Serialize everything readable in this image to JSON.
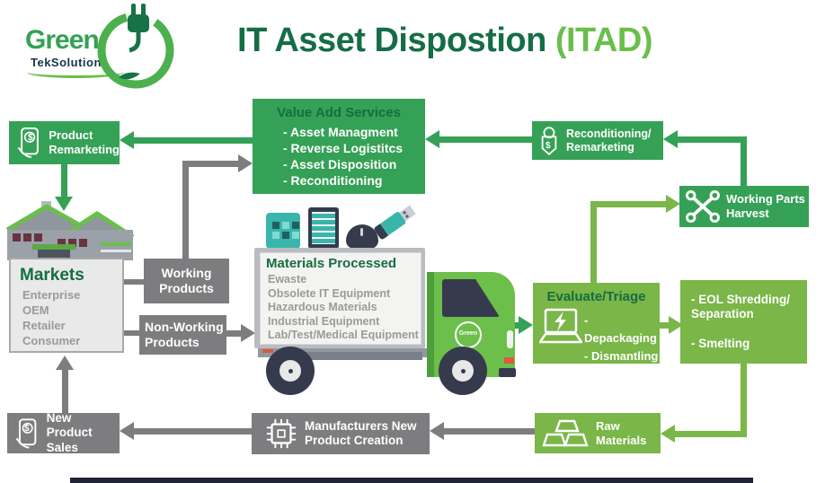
{
  "logo": {
    "brand": "Green",
    "sub": "TekSolutions"
  },
  "title": {
    "main": "IT Asset Dispostion",
    "suffix": "(ITAD)"
  },
  "colors": {
    "green": "#35a156",
    "light": "#7ab648",
    "gray": "#7d7d7f",
    "dark_green": "#156d41",
    "title_green": "#156d45",
    "itad": "#6abf4b",
    "teal": "#3ab5ac",
    "navy": "#353b4c",
    "orange": "#e0593a",
    "truck": "#6cbf4a",
    "panel": "#e9e9e9",
    "panel_text": "#9a9a9a"
  },
  "glyphs": {
    "dollar": "$"
  },
  "boxes": {
    "product_remarketing": {
      "line1": "Product",
      "line2": "Remarketing"
    },
    "value_add_services": {
      "heading": "Value Add Services",
      "items": [
        "- Asset Managment",
        "- Reverse Logistitcs",
        "- Asset Disposition",
        "- Reconditioning"
      ]
    },
    "reconditioning_remarketing": {
      "line1": "Reconditioning/",
      "line2": "Remarketing"
    },
    "working_parts_harvest": {
      "line1": "Working Parts",
      "line2": "Harvest"
    },
    "markets": {
      "heading": "Markets",
      "items": [
        "Enterprise",
        "OEM",
        "Retailer",
        "Consumer"
      ]
    },
    "working_products": {
      "line1": "Working",
      "line2": "Products"
    },
    "non_working_products": {
      "line1": "Non-Working",
      "line2": "Products"
    },
    "materials_processed": {
      "heading": "Materials Processed",
      "items": [
        "Ewaste",
        "Obsolete IT Equipment",
        "Hazardous Materials",
        "Industrial Equipment",
        "Lab/Test/Medical Equipment"
      ]
    },
    "evaluate_triage": {
      "heading": "Evaluate/Triage",
      "items": [
        "- Depackaging",
        "- Dismantling"
      ]
    },
    "eol": {
      "items": [
        "- EOL Shredding/",
        "Separation",
        "- Smelting"
      ]
    },
    "raw_materials": {
      "line1": "Raw",
      "line2": "Materials"
    },
    "manufacturers_new_product": {
      "line1": "Manufacturers New",
      "line2": "Product Creation"
    },
    "new_product_sales": {
      "line1": "New Product",
      "line2": "Sales"
    }
  },
  "truck": {
    "cab_logo": "Green"
  }
}
